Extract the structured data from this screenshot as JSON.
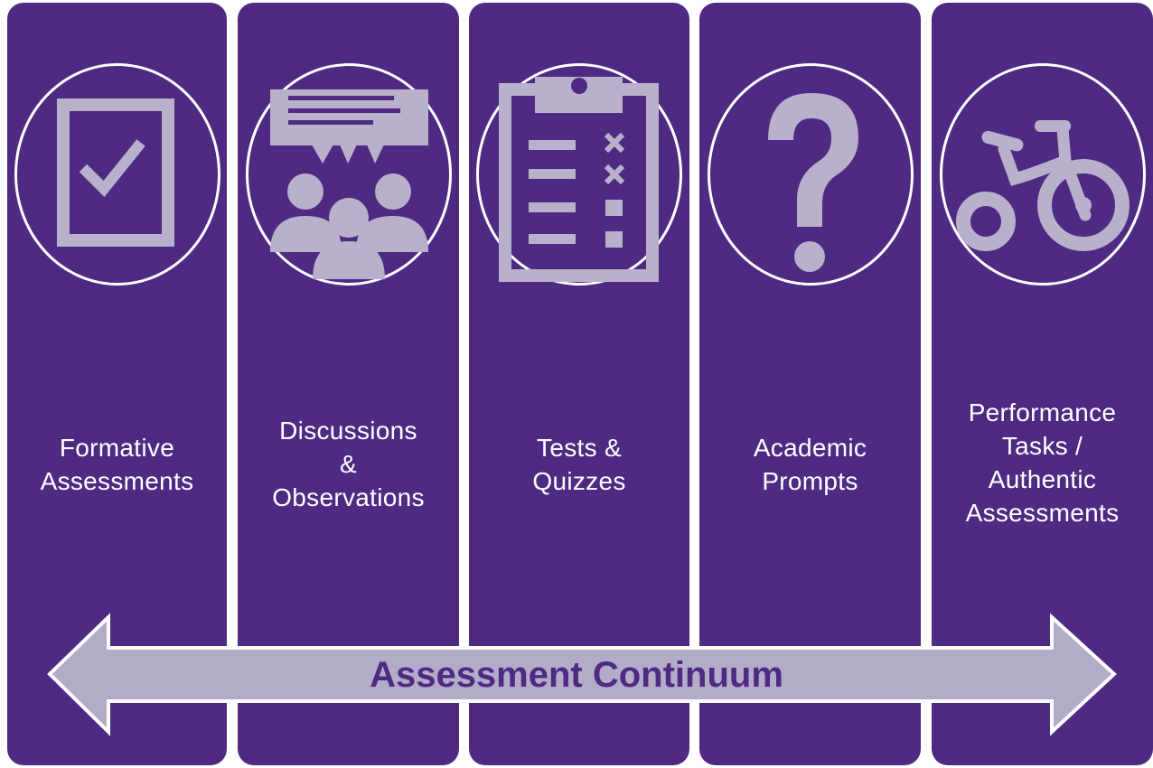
{
  "columns": [
    {
      "icon": "checkbox-checked-icon",
      "lines": [
        "Formative",
        "Assessments"
      ]
    },
    {
      "icon": "discussion-group-icon",
      "lines": [
        "Discussions",
        "&",
        "Observations"
      ]
    },
    {
      "icon": "clipboard-checklist-icon",
      "lines": [
        "Tests &",
        "Quizzes"
      ]
    },
    {
      "icon": "question-mark-icon",
      "lines": [
        "Academic",
        "Prompts"
      ]
    },
    {
      "icon": "tricycle-icon",
      "lines": [
        "Performance",
        "Tasks /",
        "Authentic",
        "Assessments"
      ]
    }
  ],
  "continuum": {
    "label": "Assessment Continuum"
  },
  "colors": {
    "column_bg": "#4f2a83",
    "icon": "#b9b0cc",
    "arrow_fill": "#b3acc9",
    "text": "#ffffff"
  }
}
